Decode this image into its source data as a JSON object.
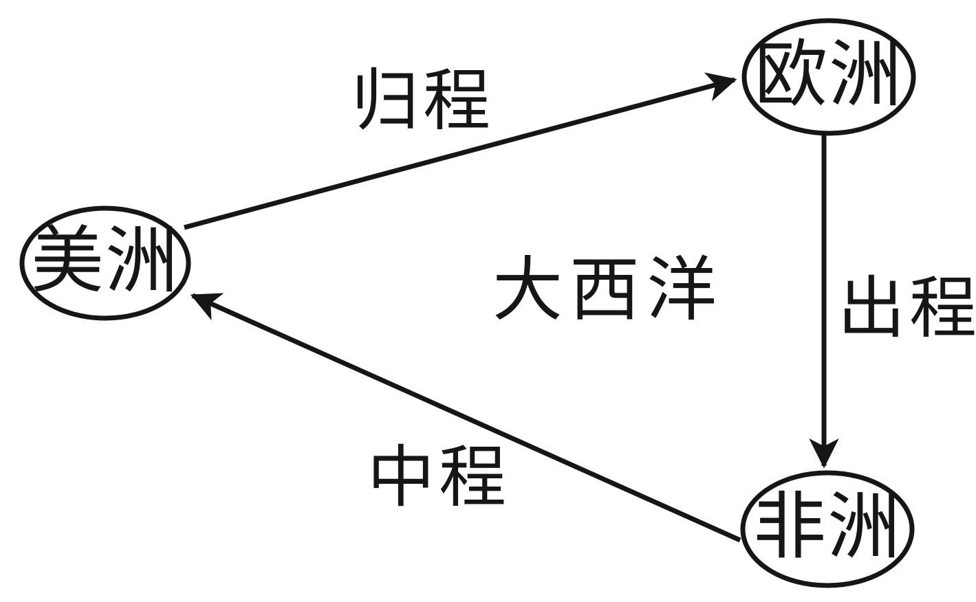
{
  "diagram": {
    "type": "triangular-trade-route-diagram",
    "background_color": "#ffffff",
    "stroke_color": "#161616",
    "nodes": [
      {
        "id": "europe",
        "label": "欧洲"
      },
      {
        "id": "america",
        "label": "美洲"
      },
      {
        "id": "africa",
        "label": "非洲"
      }
    ],
    "edges": [
      {
        "id": "return-leg",
        "from": "america",
        "to": "europe",
        "label": "归程"
      },
      {
        "id": "outward-leg",
        "from": "europe",
        "to": "africa",
        "label": "出程"
      },
      {
        "id": "middle-leg",
        "from": "africa",
        "to": "america",
        "label": "中程"
      }
    ],
    "ocean_label": "大西洋"
  }
}
